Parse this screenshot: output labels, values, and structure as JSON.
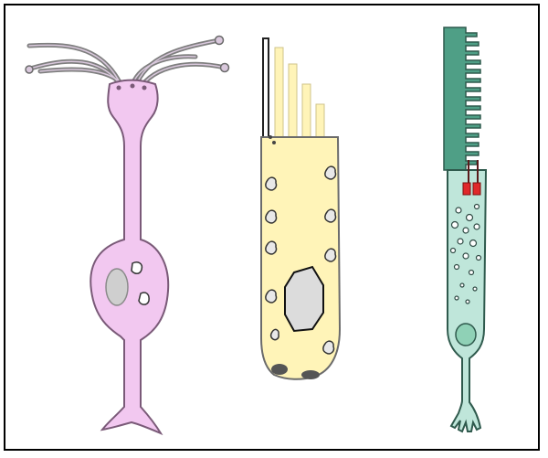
{
  "figure": {
    "description_visible_text": "",
    "cells": [
      {
        "name": "ciliated-sensory-neuron",
        "fill": "#f2c8f0",
        "stroke": "#7a5a78",
        "nucleus_fill": "#cfcfcf",
        "cilia_color": "#8a8a8a"
      },
      {
        "name": "epithelial-hair-cell",
        "fill": "#fff4b8",
        "stroke": "#6b6b6b",
        "nucleus_fill": "#dcdcdc",
        "granule_fill": "#e8e8e8"
      },
      {
        "name": "photoreceptor-cell",
        "outer_segment_fill": "#4f9f86",
        "inner_segment_fill": "#bfe6da",
        "stroke": "#2f5a4d",
        "marker_color": "#e0282a",
        "nucleus_fill": "#8fd1b6"
      }
    ]
  }
}
